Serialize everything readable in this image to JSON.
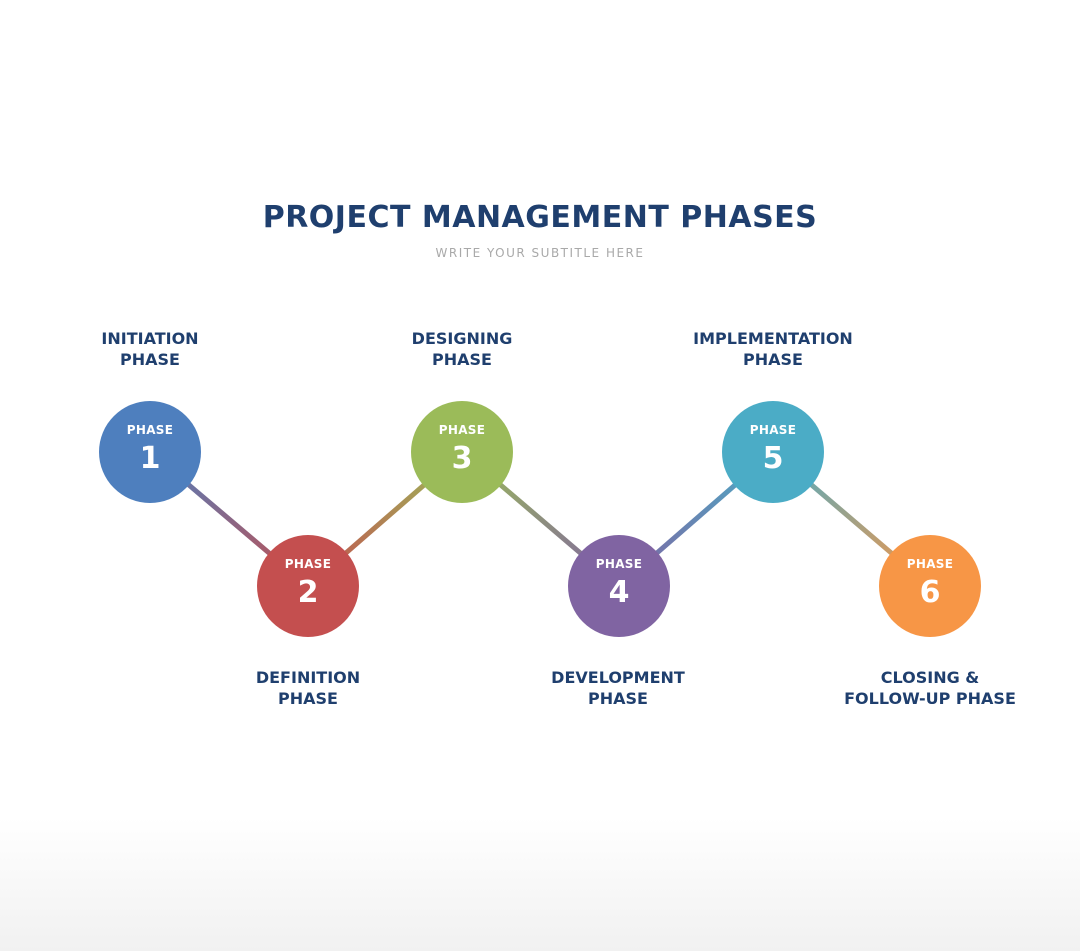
{
  "title": "PROJECT MANAGEMENT PHASES",
  "subtitle": "WRITE YOUR SUBTITLE HERE",
  "colors": {
    "title": "#1f3f6e",
    "subtitle": "#a9a9a9",
    "phase1": "#4e7fbe",
    "phase2": "#c44f4f",
    "phase3": "#9bbb59",
    "phase4": "#8064a2",
    "phase5": "#4bacc6",
    "phase6": "#f79646"
  },
  "phases": [
    {
      "tag": "PHASE",
      "number": "1",
      "label_line1": "INITIATION",
      "label_line2": "PHASE"
    },
    {
      "tag": "PHASE",
      "number": "2",
      "label_line1": "DEFINITION",
      "label_line2": "PHASE"
    },
    {
      "tag": "PHASE",
      "number": "3",
      "label_line1": "DESIGNING",
      "label_line2": "PHASE"
    },
    {
      "tag": "PHASE",
      "number": "4",
      "label_line1": "DEVELOPMENT",
      "label_line2": "PHASE"
    },
    {
      "tag": "PHASE",
      "number": "5",
      "label_line1": "IMPLEMENTATION",
      "label_line2": "PHASE"
    },
    {
      "tag": "PHASE",
      "number": "6",
      "label_line1": "CLOSING &",
      "label_line2": "FOLLOW-UP PHASE"
    }
  ]
}
